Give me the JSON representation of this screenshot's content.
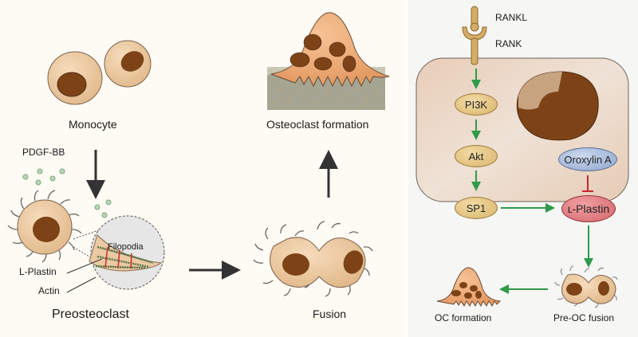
{
  "left_panel": {
    "labels": {
      "monocyte": "Monocyte",
      "stimulus": "PDGF-BB",
      "preosteoclast": "Preosteoclast",
      "filopodia": "Filopodia",
      "l_plastin": "L-Plastin",
      "actin": "Actin",
      "fusion": "Fusion",
      "osteoclast_formation": "Osteoclast formation"
    }
  },
  "right_panel": {
    "ligand": "RANKL",
    "receptor": "RANK",
    "nodes": {
      "pi3k": "PI3K",
      "akt": "Akt",
      "sp1": "SP1",
      "oroxylin": "Oroxylin A",
      "lplastin": "ʟ-Plastin"
    },
    "outputs": {
      "fusion": "Pre-OC fusion",
      "formation": "OC formation"
    },
    "colors": {
      "activation_arrow": "#2e9a4a",
      "inhibition": "#c8262d"
    }
  }
}
